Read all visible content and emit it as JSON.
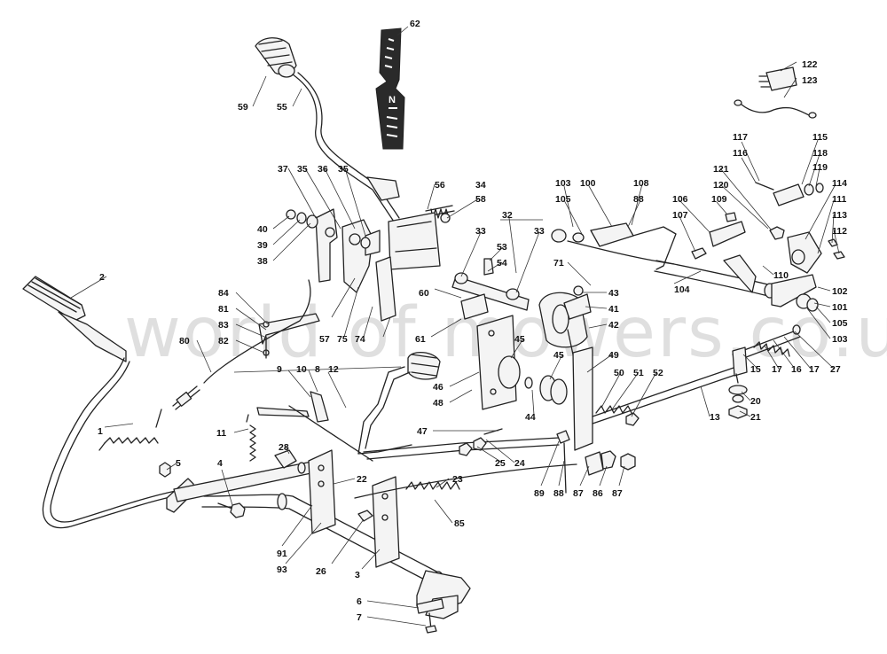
{
  "watermark": "world of mowers.co.uk",
  "shift_plate_letters": {
    "top": "N"
  },
  "callouts": [
    {
      "id": "c1",
      "text": "1"
    },
    {
      "id": "c2",
      "text": "2"
    },
    {
      "id": "c3",
      "text": "3"
    },
    {
      "id": "c4",
      "text": "4"
    },
    {
      "id": "c5",
      "text": "5"
    },
    {
      "id": "c6",
      "text": "6"
    },
    {
      "id": "c7",
      "text": "7"
    },
    {
      "id": "c8",
      "text": "8"
    },
    {
      "id": "c9",
      "text": "9"
    },
    {
      "id": "c10",
      "text": "10"
    },
    {
      "id": "c11",
      "text": "11"
    },
    {
      "id": "c12",
      "text": "12"
    },
    {
      "id": "c13",
      "text": "13"
    },
    {
      "id": "c15",
      "text": "15"
    },
    {
      "id": "c16",
      "text": "16"
    },
    {
      "id": "c17a",
      "text": "17"
    },
    {
      "id": "c17b",
      "text": "17"
    },
    {
      "id": "c17c",
      "text": "17"
    },
    {
      "id": "c20",
      "text": "20"
    },
    {
      "id": "c21",
      "text": "21"
    },
    {
      "id": "c22",
      "text": "22"
    },
    {
      "id": "c23",
      "text": "23"
    },
    {
      "id": "c24",
      "text": "24"
    },
    {
      "id": "c25",
      "text": "25"
    },
    {
      "id": "c26",
      "text": "26"
    },
    {
      "id": "c27",
      "text": "27"
    },
    {
      "id": "c28",
      "text": "28"
    },
    {
      "id": "c32",
      "text": "32"
    },
    {
      "id": "c33a",
      "text": "33"
    },
    {
      "id": "c33b",
      "text": "33"
    },
    {
      "id": "c34",
      "text": "34"
    },
    {
      "id": "c35a",
      "text": "35"
    },
    {
      "id": "c35b",
      "text": "35"
    },
    {
      "id": "c36",
      "text": "36"
    },
    {
      "id": "c37",
      "text": "37"
    },
    {
      "id": "c38",
      "text": "38"
    },
    {
      "id": "c39",
      "text": "39"
    },
    {
      "id": "c40",
      "text": "40"
    },
    {
      "id": "c41",
      "text": "41"
    },
    {
      "id": "c42",
      "text": "42"
    },
    {
      "id": "c43",
      "text": "43"
    },
    {
      "id": "c44",
      "text": "44"
    },
    {
      "id": "c45a",
      "text": "45"
    },
    {
      "id": "c45b",
      "text": "45"
    },
    {
      "id": "c46",
      "text": "46"
    },
    {
      "id": "c47",
      "text": "47"
    },
    {
      "id": "c48",
      "text": "48"
    },
    {
      "id": "c49",
      "text": "49"
    },
    {
      "id": "c50",
      "text": "50"
    },
    {
      "id": "c51",
      "text": "51"
    },
    {
      "id": "c52",
      "text": "52"
    },
    {
      "id": "c53",
      "text": "53"
    },
    {
      "id": "c54",
      "text": "54"
    },
    {
      "id": "c55",
      "text": "55"
    },
    {
      "id": "c56",
      "text": "56"
    },
    {
      "id": "c57",
      "text": "57"
    },
    {
      "id": "c58",
      "text": "58"
    },
    {
      "id": "c59",
      "text": "59"
    },
    {
      "id": "c60",
      "text": "60"
    },
    {
      "id": "c61",
      "text": "61"
    },
    {
      "id": "c62",
      "text": "62"
    },
    {
      "id": "c71",
      "text": "71"
    },
    {
      "id": "c74",
      "text": "74"
    },
    {
      "id": "c75",
      "text": "75"
    },
    {
      "id": "c80",
      "text": "80"
    },
    {
      "id": "c81",
      "text": "81"
    },
    {
      "id": "c82",
      "text": "82"
    },
    {
      "id": "c83",
      "text": "83"
    },
    {
      "id": "c84",
      "text": "84"
    },
    {
      "id": "c85",
      "text": "85"
    },
    {
      "id": "c86",
      "text": "86"
    },
    {
      "id": "c87a",
      "text": "87"
    },
    {
      "id": "c87b",
      "text": "87"
    },
    {
      "id": "c88a",
      "text": "88"
    },
    {
      "id": "c88b",
      "text": "88"
    },
    {
      "id": "c89",
      "text": "89"
    },
    {
      "id": "c91",
      "text": "91"
    },
    {
      "id": "c93",
      "text": "93"
    },
    {
      "id": "c100",
      "text": "100"
    },
    {
      "id": "c101",
      "text": "101"
    },
    {
      "id": "c102",
      "text": "102"
    },
    {
      "id": "c103a",
      "text": "103"
    },
    {
      "id": "c103b",
      "text": "103"
    },
    {
      "id": "c104",
      "text": "104"
    },
    {
      "id": "c105a",
      "text": "105"
    },
    {
      "id": "c105b",
      "text": "105"
    },
    {
      "id": "c106",
      "text": "106"
    },
    {
      "id": "c107",
      "text": "107"
    },
    {
      "id": "c108",
      "text": "108"
    },
    {
      "id": "c109",
      "text": "109"
    },
    {
      "id": "c110",
      "text": "110"
    },
    {
      "id": "c111",
      "text": "111"
    },
    {
      "id": "c112",
      "text": "112"
    },
    {
      "id": "c113",
      "text": "113"
    },
    {
      "id": "c114",
      "text": "114"
    },
    {
      "id": "c115",
      "text": "115"
    },
    {
      "id": "c116",
      "text": "116"
    },
    {
      "id": "c117",
      "text": "117"
    },
    {
      "id": "c118",
      "text": "118"
    },
    {
      "id": "c119",
      "text": "119"
    },
    {
      "id": "c120",
      "text": "120"
    },
    {
      "id": "c121",
      "text": "121"
    },
    {
      "id": "c122",
      "text": "122"
    },
    {
      "id": "c123",
      "text": "123"
    }
  ]
}
